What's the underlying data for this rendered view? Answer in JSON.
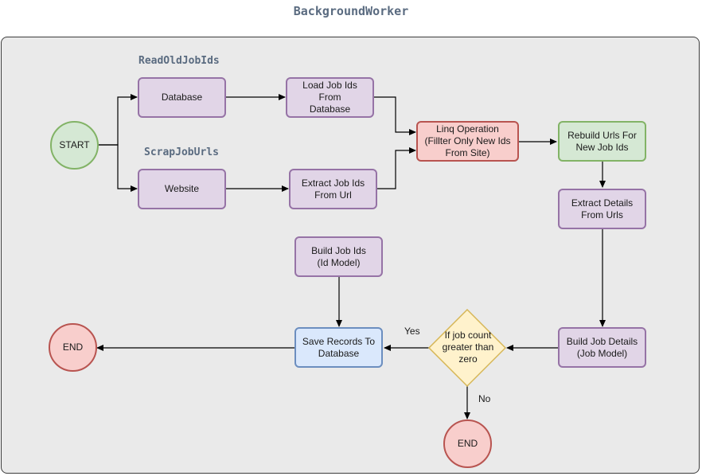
{
  "title": "BackgroundWorker",
  "lanes": {
    "read_old": "ReadOldJobIds",
    "scrap": "ScrapJobUrls"
  },
  "nodes": {
    "start": "START",
    "database": "Database",
    "website": "Website",
    "load_ids": "Load Job Ids From\nDatabase",
    "extract_ids": "Extract Job Ids\nFrom Url",
    "linq": "Linq Operation\n(Fillter Only New Ids\nFrom Site)",
    "rebuild_urls": "Rebuild Urls For\nNew Job Ids",
    "extract_details": "Extract Details\nFrom Urls",
    "build_job_details": "Build Job Details\n(Job Model)",
    "condition": "If job count\ngreater than\nzero",
    "save_records": "Save Records To\nDatabase",
    "build_job_ids": "Build Job Ids\n(Id Model)",
    "end_left": "END",
    "end_bottom": "END"
  },
  "edge_labels": {
    "yes": "Yes",
    "no": "No"
  },
  "colors": {
    "purple_fill": "#e1d5e7",
    "purple_stroke": "#9673a6",
    "red_fill": "#f8cecc",
    "red_stroke": "#b85450",
    "green_fill": "#d5e8d4",
    "green_stroke": "#82b366",
    "blue_fill": "#dae8fc",
    "blue_stroke": "#6c8ebf",
    "yellow_fill": "#fff2cc",
    "yellow_stroke": "#d6b656"
  }
}
